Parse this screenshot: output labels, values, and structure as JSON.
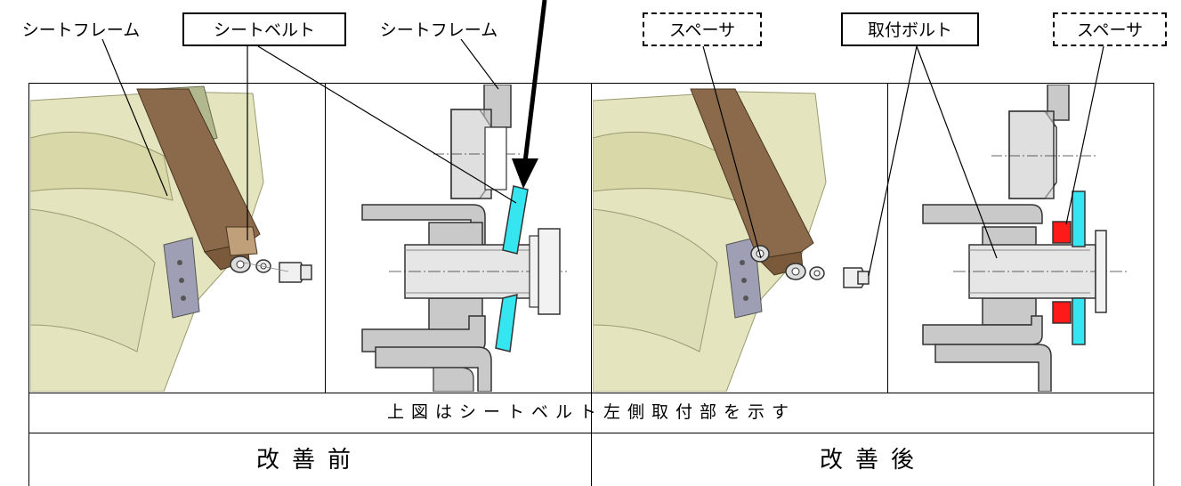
{
  "labels": {
    "seat_frame_left": "シートフレーム",
    "seat_belt": "シートベルト",
    "seat_frame_right": "シートフレーム",
    "spacer_1": "スペーサ",
    "mount_bolt": "取付ボルト",
    "spacer_2": "スペーサ"
  },
  "caption": "上図はシートベルト左側取付部を示す",
  "footer": {
    "before": "改善前",
    "after": "改善後"
  },
  "colors": {
    "belt": "#8a6a4a",
    "seat": "#e4e4bf",
    "part_gray": "#c9c9c9",
    "cyan_part": "#35e5f0",
    "red_spacer": "#ff1a1a"
  }
}
